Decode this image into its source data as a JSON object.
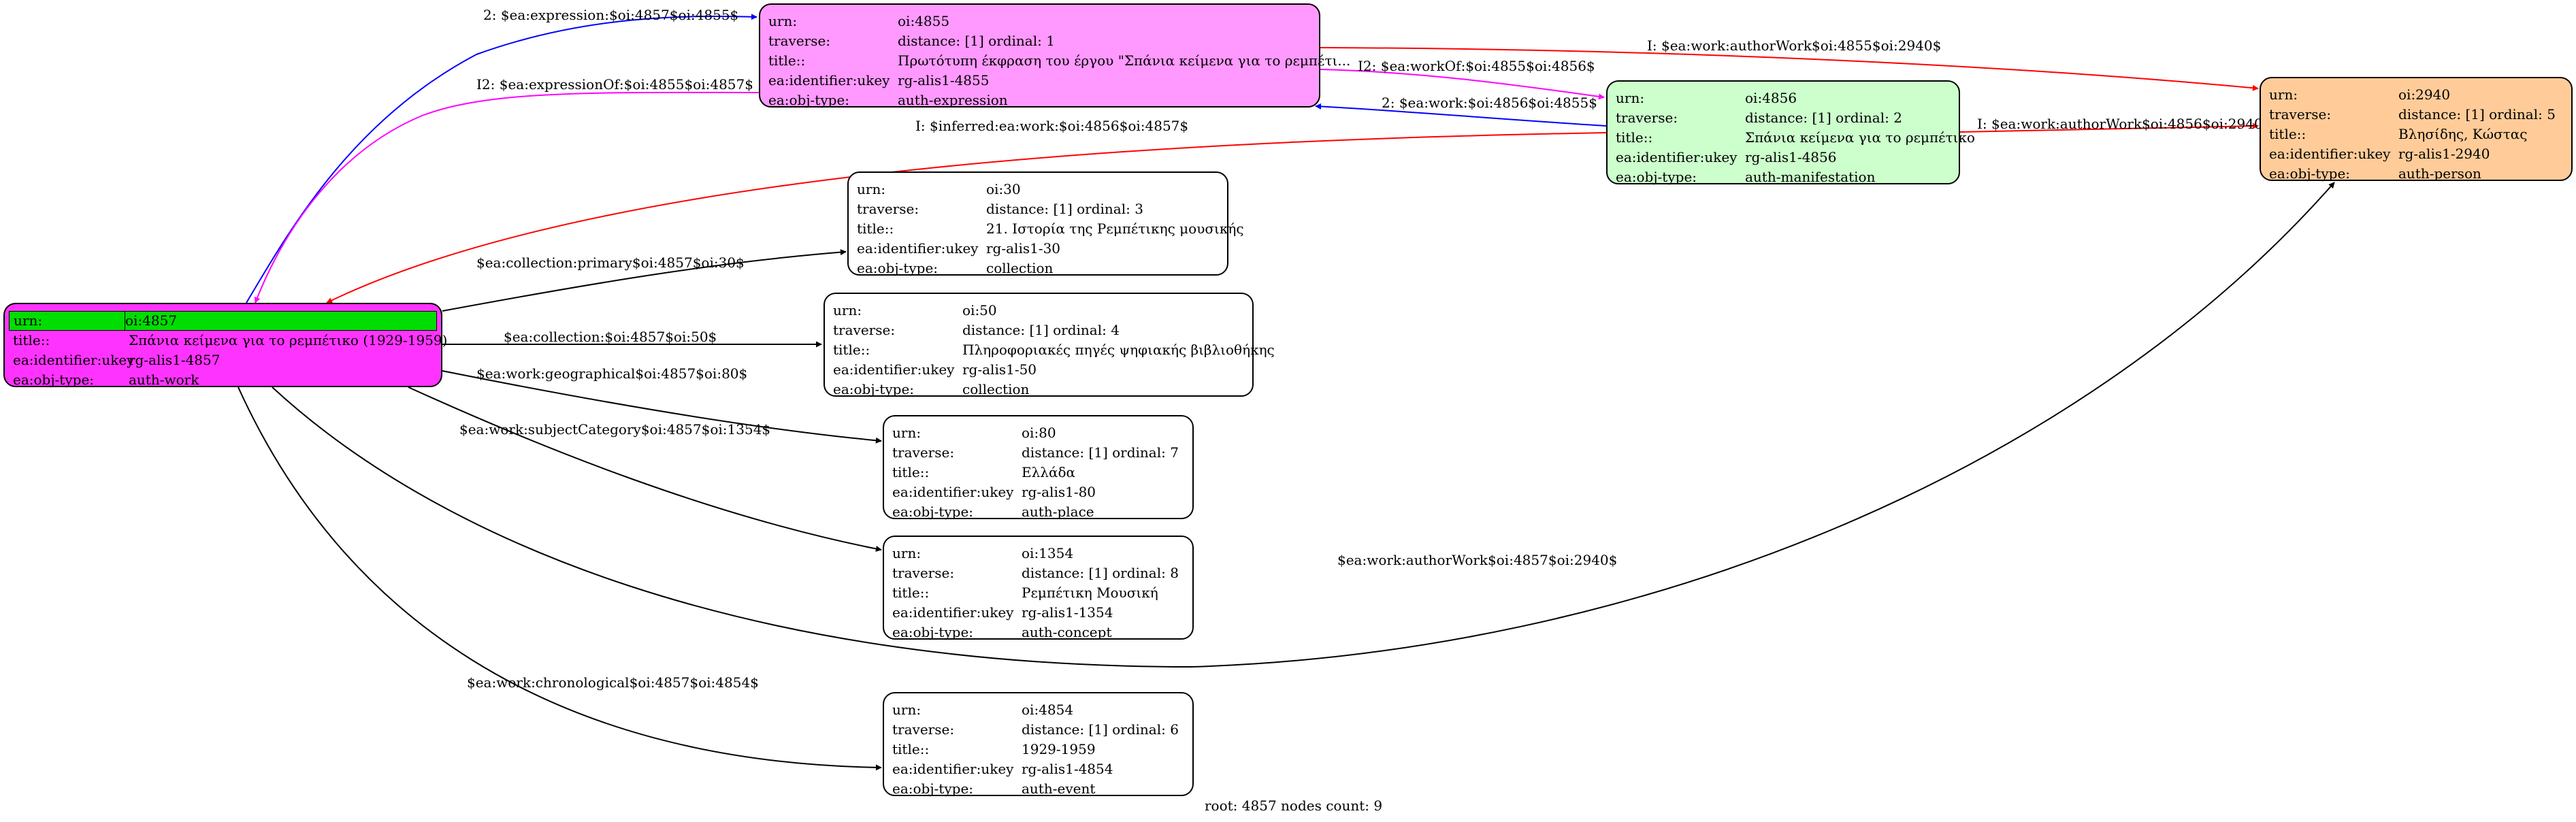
{
  "footer": "root: 4857 nodes count: 9",
  "colors": {
    "work": "#ff33ff",
    "expression": "#ff99ff",
    "manifestation": "#ccffcc",
    "person": "#ffcc99",
    "other": "#ffffff",
    "urn_highlight": "#00dd00",
    "edge_default": "#000000",
    "edge_blue": "#0000ff",
    "edge_magenta": "#ff00ff",
    "edge_red": "#ff0000"
  },
  "nodes": [
    {
      "id": "n4857",
      "fill": "#ff33ff",
      "highlight_urn": true,
      "rows": [
        {
          "k": "urn:",
          "v": "oi:4857"
        },
        {
          "k": "title::",
          "v": "Σπάνια κείμενα για το ρεμπέτικο (1929-1959)"
        },
        {
          "k": "ea:identifier:ukey",
          "v": "rg-alis1-4857"
        },
        {
          "k": "ea:obj-type:",
          "v": "auth-work"
        }
      ]
    },
    {
      "id": "n4855",
      "fill": "#ff99ff",
      "rows": [
        {
          "k": "urn:",
          "v": "oi:4855"
        },
        {
          "k": "traverse:",
          "v": "distance: [1]     ordinal: 1"
        },
        {
          "k": "title::",
          "v": "Πρωτότυπη έκφραση του έργου \"Σπάνια κείμενα για το ρεμπέτι..."
        },
        {
          "k": "ea:identifier:ukey",
          "v": "rg-alis1-4855"
        },
        {
          "k": "ea:obj-type:",
          "v": "auth-expression"
        }
      ]
    },
    {
      "id": "n4856",
      "fill": "#ccffcc",
      "rows": [
        {
          "k": "urn:",
          "v": "oi:4856"
        },
        {
          "k": "traverse:",
          "v": "distance: [1]     ordinal: 2"
        },
        {
          "k": "title::",
          "v": "Σπάνια κείμενα για το ρεμπέτικο"
        },
        {
          "k": "ea:identifier:ukey",
          "v": "rg-alis1-4856"
        },
        {
          "k": "ea:obj-type:",
          "v": "auth-manifestation"
        }
      ]
    },
    {
      "id": "n2940",
      "fill": "#ffcc99",
      "rows": [
        {
          "k": "urn:",
          "v": "oi:2940"
        },
        {
          "k": "traverse:",
          "v": "distance: [1]     ordinal: 5"
        },
        {
          "k": "title::",
          "v": "Βλησίδης, Κώστας"
        },
        {
          "k": "ea:identifier:ukey",
          "v": "rg-alis1-2940"
        },
        {
          "k": "ea:obj-type:",
          "v": "auth-person"
        }
      ]
    },
    {
      "id": "n30",
      "fill": "#ffffff",
      "rows": [
        {
          "k": "urn:",
          "v": "oi:30"
        },
        {
          "k": "traverse:",
          "v": "distance: [1]     ordinal: 3"
        },
        {
          "k": "title::",
          "v": "21. Ιστορία της Ρεμπέτικης μουσικής"
        },
        {
          "k": "ea:identifier:ukey",
          "v": "rg-alis1-30"
        },
        {
          "k": "ea:obj-type:",
          "v": "collection"
        }
      ]
    },
    {
      "id": "n50",
      "fill": "#ffffff",
      "rows": [
        {
          "k": "urn:",
          "v": "oi:50"
        },
        {
          "k": "traverse:",
          "v": "distance: [1]     ordinal: 4"
        },
        {
          "k": "title::",
          "v": "Πληροφοριακές πηγές ψηφιακής βιβλιοθήκης"
        },
        {
          "k": "ea:identifier:ukey",
          "v": "rg-alis1-50"
        },
        {
          "k": "ea:obj-type:",
          "v": "collection"
        }
      ]
    },
    {
      "id": "n80",
      "fill": "#ffffff",
      "rows": [
        {
          "k": "urn:",
          "v": "oi:80"
        },
        {
          "k": "traverse:",
          "v": "distance: [1]     ordinal: 7"
        },
        {
          "k": "title::",
          "v": "Ελλάδα"
        },
        {
          "k": "ea:identifier:ukey",
          "v": "rg-alis1-80"
        },
        {
          "k": "ea:obj-type:",
          "v": "auth-place"
        }
      ]
    },
    {
      "id": "n1354",
      "fill": "#ffffff",
      "rows": [
        {
          "k": "urn:",
          "v": "oi:1354"
        },
        {
          "k": "traverse:",
          "v": "distance: [1]     ordinal: 8"
        },
        {
          "k": "title::",
          "v": "Ρεμπέτικη Μουσική"
        },
        {
          "k": "ea:identifier:ukey",
          "v": "rg-alis1-1354"
        },
        {
          "k": "ea:obj-type:",
          "v": "auth-concept"
        }
      ]
    },
    {
      "id": "n4854",
      "fill": "#ffffff",
      "rows": [
        {
          "k": "urn:",
          "v": "oi:4854"
        },
        {
          "k": "traverse:",
          "v": "distance: [1]     ordinal: 6"
        },
        {
          "k": "title::",
          "v": "1929-1959"
        },
        {
          "k": "ea:identifier:ukey",
          "v": "rg-alis1-4854"
        },
        {
          "k": "ea:obj-type:",
          "v": "auth-event"
        }
      ]
    }
  ],
  "edges": [
    {
      "id": "e1",
      "from": "n4857",
      "to": "n4855",
      "color": "#0000ff",
      "label": "2: $ea:expression:$oi:4857$oi:4855$"
    },
    {
      "id": "e2",
      "from": "n4855",
      "to": "n4857",
      "color": "#ff00ff",
      "label": "I2: $ea:expressionOf:$oi:4855$oi:4857$"
    },
    {
      "id": "e3",
      "from": "n4855",
      "to": "n2940",
      "color": "#ff0000",
      "label": "I: $ea:work:authorWork$oi:4855$oi:2940$"
    },
    {
      "id": "e4",
      "from": "n4855",
      "to": "n4856",
      "color": "#ff00ff",
      "label": "I2: $ea:workOf:$oi:4855$oi:4856$"
    },
    {
      "id": "e5",
      "from": "n4856",
      "to": "n4855",
      "color": "#0000ff",
      "label": "2: $ea:work:$oi:4856$oi:4855$"
    },
    {
      "id": "e6",
      "from": "n4856",
      "to": "n2940",
      "color": "#ff0000",
      "label": "I: $ea:work:authorWork$oi:4856$oi:2940$"
    },
    {
      "id": "e7",
      "from": "n4856",
      "to": "n4857",
      "color": "#ff0000",
      "label": "I: $inferred:ea:work:$oi:4856$oi:4857$"
    },
    {
      "id": "e8",
      "from": "n4857",
      "to": "n30",
      "color": "#000000",
      "label": "$ea:collection:primary$oi:4857$oi:30$"
    },
    {
      "id": "e9",
      "from": "n4857",
      "to": "n50",
      "color": "#000000",
      "label": "$ea:collection:$oi:4857$oi:50$"
    },
    {
      "id": "e10",
      "from": "n4857",
      "to": "n80",
      "color": "#000000",
      "label": "$ea:work:geographical$oi:4857$oi:80$"
    },
    {
      "id": "e11",
      "from": "n4857",
      "to": "n1354",
      "color": "#000000",
      "label": "$ea:work:subjectCategory$oi:4857$oi:1354$"
    },
    {
      "id": "e12",
      "from": "n4857",
      "to": "n2940",
      "color": "#000000",
      "label": "$ea:work:authorWork$oi:4857$oi:2940$"
    },
    {
      "id": "e13",
      "from": "n4857",
      "to": "n4854",
      "color": "#000000",
      "label": "$ea:work:chronological$oi:4857$oi:4854$"
    }
  ]
}
